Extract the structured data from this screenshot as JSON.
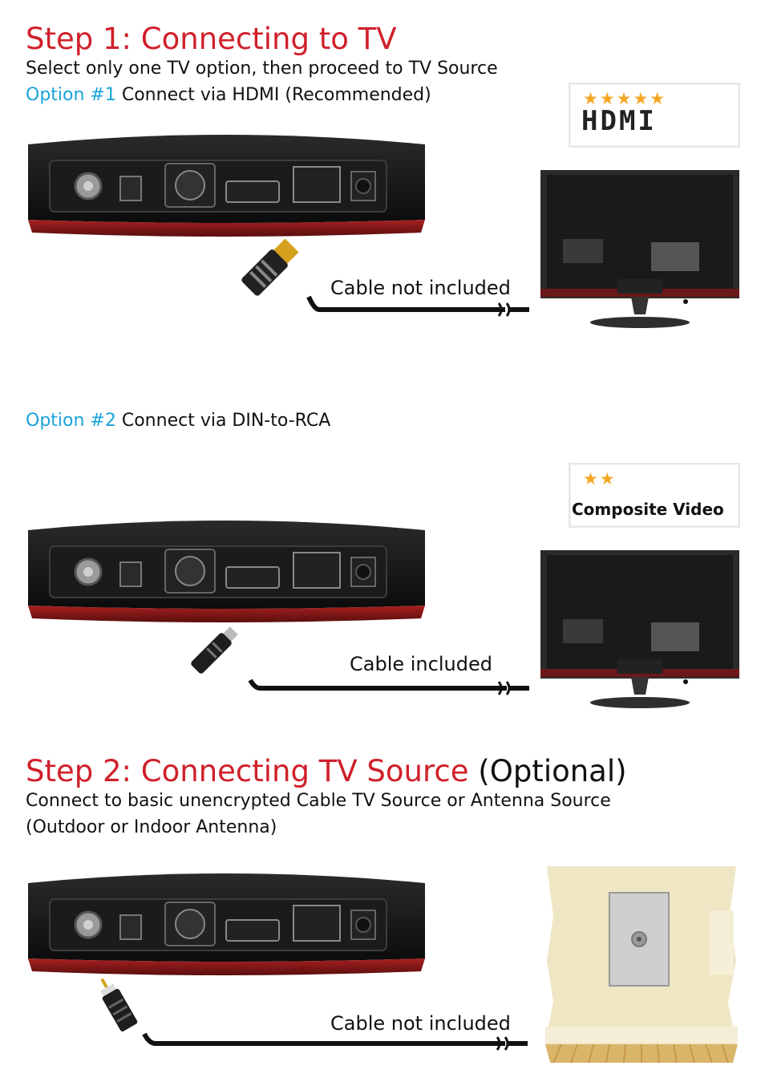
{
  "step1": {
    "title": "Step 1: Connecting to TV",
    "subtitle": "Select only one TV option, then proceed to TV Source",
    "option1": {
      "tag": "Option #1",
      "text": "Connect via HDMI (Recommended)",
      "cable": "Cable not included",
      "badge_stars": "★★★★★",
      "badge_logo": "HDMI"
    },
    "option2": {
      "tag": "Option #2",
      "text": "Connect via DIN-to-RCA",
      "cable": "Cable included",
      "badge_stars": "★★",
      "badge_label": "Composite Video"
    }
  },
  "step2": {
    "title": "Step 2: Connecting TV Source",
    "title_suffix": "(Optional)",
    "line1": "Connect to basic unencrypted Cable TV Source or Antenna Source",
    "line2": "(Outdoor or Indoor Antenna)",
    "cable": "Cable not included"
  },
  "colors": {
    "heading_red": "#d0202a",
    "option_blue": "#1aa3d9",
    "device_red": "#8b1a1a",
    "star_gold": "#f5a623"
  }
}
